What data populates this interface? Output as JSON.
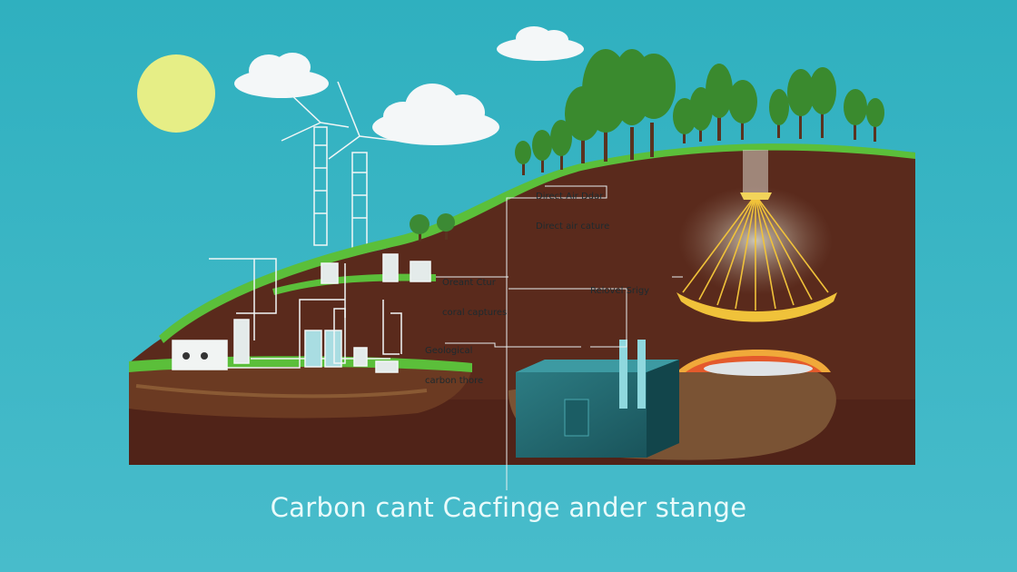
{
  "labels": {
    "dac_line1": "Direct Air Ddar",
    "dac_line2": "Direct air cature",
    "ocean_line1": "Oreant Ctur",
    "ocean_line2": "coral captures",
    "relevel": "Relovel Srigy",
    "geo_line1": "Geological",
    "geo_line2": "carbon thore"
  },
  "caption": "Carbon cant Cacfinge ander stange",
  "colors": {
    "sky": "#3fb6c4",
    "grass": "#5bbf3a",
    "soil": "#5a2a1c",
    "sun": "#e9ef8a",
    "caption": "#e9fbfb"
  },
  "icons": [
    "sun-icon",
    "cloud-icon",
    "wind-turbine-icon",
    "tree-icon",
    "factory-icon",
    "storage-tank-icon",
    "capture-dome-icon"
  ]
}
